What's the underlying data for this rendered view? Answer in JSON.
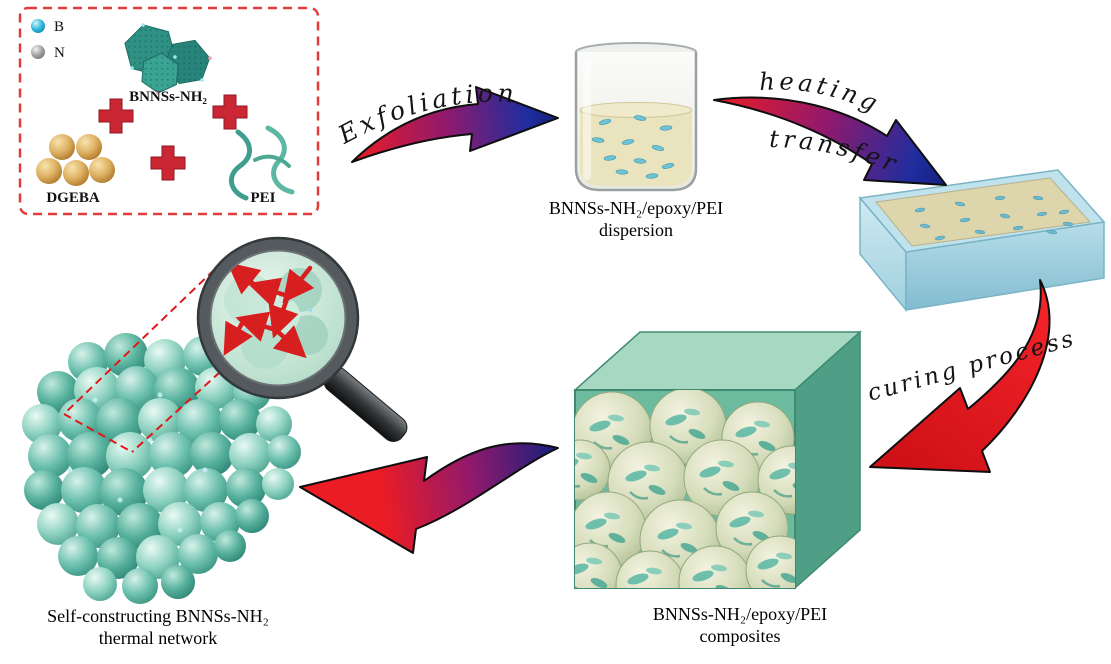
{
  "legend": {
    "items": [
      {
        "label": "B",
        "color": "#30b8dc"
      },
      {
        "label": "N",
        "color": "#a2a2a2"
      }
    ]
  },
  "reactants": {
    "bnns": "BNNSs-NH₂",
    "dgeba": "DGEBA",
    "pei": "PEI",
    "plus": "+"
  },
  "process_labels": {
    "exfoliation": "Exfoliation",
    "heating_1": "heating",
    "heating_2": "transfer",
    "curing": "curing process"
  },
  "captions": {
    "dispersion_1": "BNNSs-NH₂/epoxy/PEI",
    "dispersion_2": "dispersion",
    "composites_1": "BNNSs-NH₂/epoxy/PEI",
    "composites_2": "composites",
    "network_1": "Self-constructing BNNSs-NH₂",
    "network_2": "thermal network"
  },
  "colors": {
    "arrow_red": "#ec1c24",
    "arrow_blue": "#1f2d9e",
    "plus_red": "#cb2634",
    "dashed_border": "#e23b3b",
    "bnns_teal": "#2e9184",
    "tray_blue": "#a9d9e6",
    "liquid_tan": "#ddd6ac",
    "beaker_liquid": "#e9e4bd",
    "cube_green": "#6cbb9e",
    "network_teal": "#55b09c",
    "gold": "#dfb264"
  }
}
